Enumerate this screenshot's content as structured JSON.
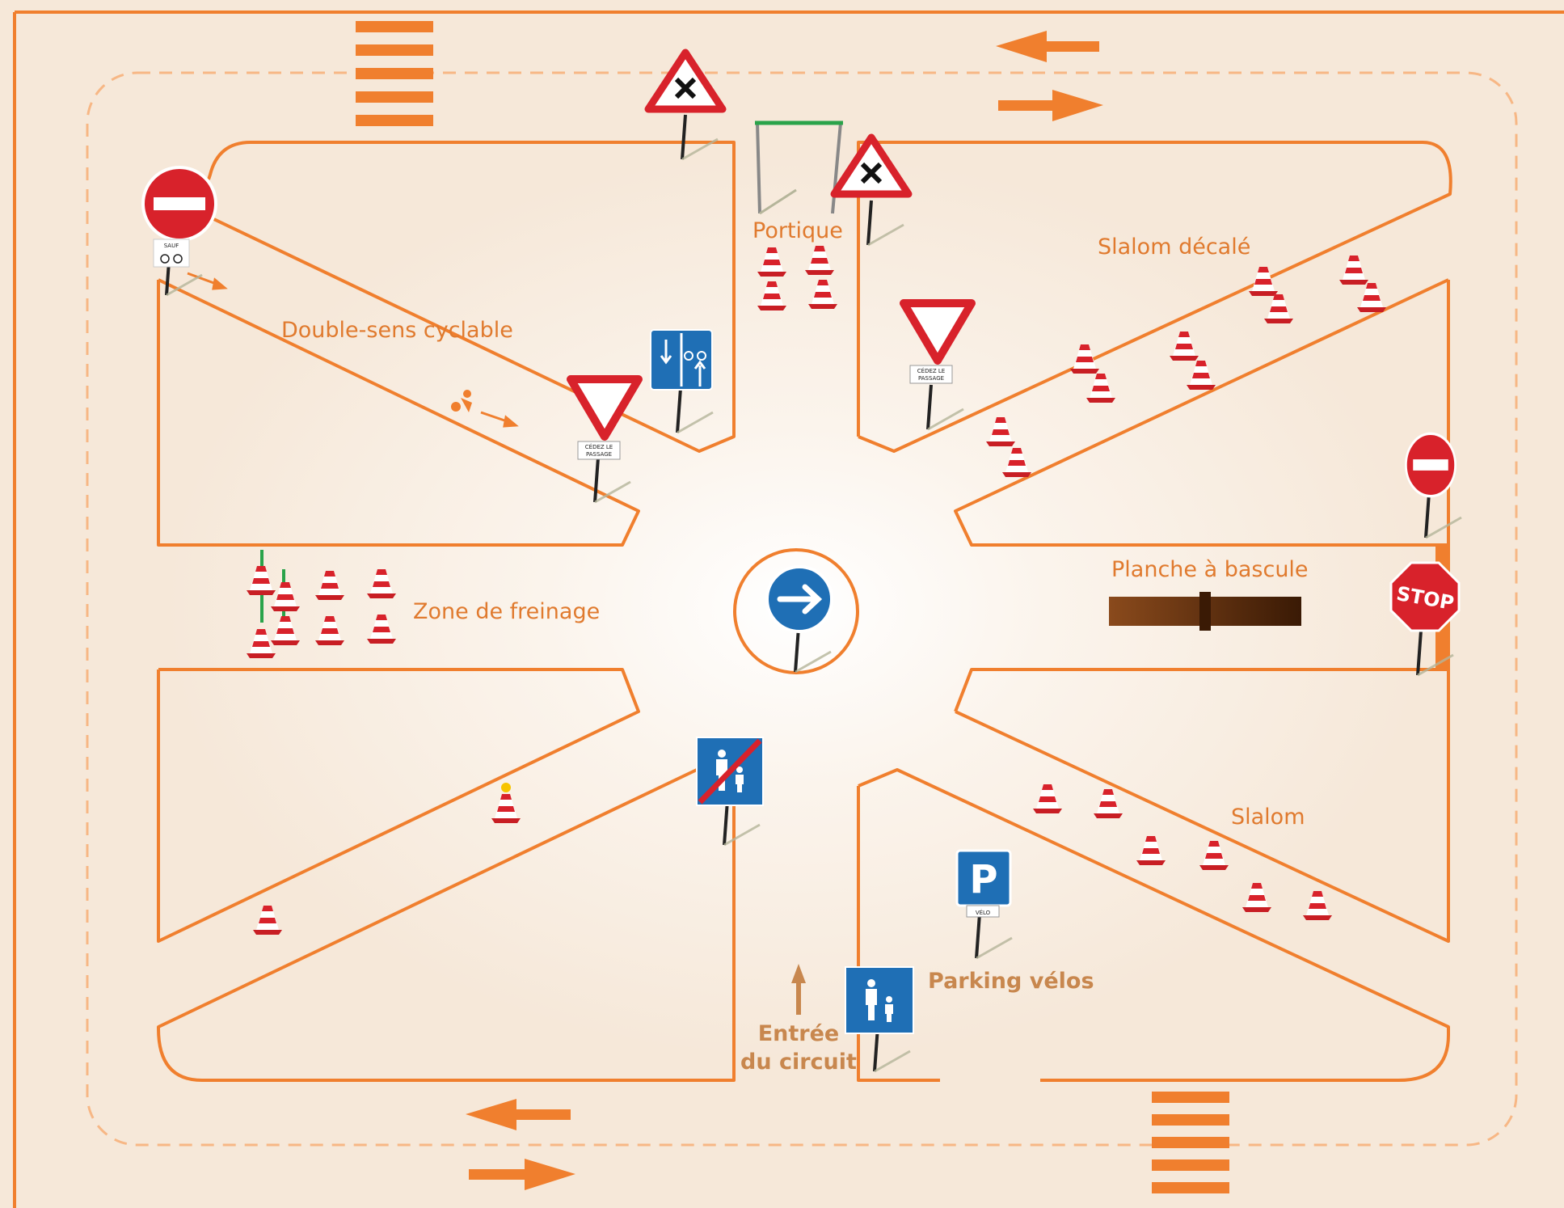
{
  "labels": {
    "double_sens": "Double-sens cyclable",
    "portique": "Portique",
    "slalom_decale": "Slalom décalé",
    "zone_freinage": "Zone de freinage",
    "planche": "Planche à bascule",
    "slalom": "Slalom",
    "parking": "Parking vélos",
    "entree_line1": "Entrée",
    "entree_line2": "du circuit"
  },
  "signs": {
    "cedez_line1": "CÉDEZ LE",
    "cedez_line2": "PASSAGE",
    "sauf": "SAUF",
    "stop": "STOP",
    "parking_letter": "P",
    "velo": "VÉLO"
  },
  "colors": {
    "orange": "#f07f2e",
    "background": "#f6e8d9",
    "sign_red": "#d8222b",
    "sign_blue": "#1f6fb5",
    "plank_brown": "#6b3210"
  },
  "icons": [
    "no-entry-sign-icon",
    "crossroads-warning-sign-icon",
    "yield-sign-icon",
    "bike-lane-sign-icon",
    "mandatory-direction-sign-icon",
    "stop-sign-icon",
    "pedestrian-zone-sign-icon",
    "end-pedestrian-zone-sign-icon",
    "parking-sign-icon",
    "traffic-cone-icon",
    "seesaw-plank-icon",
    "gantry-icon",
    "crosswalk-icon",
    "direction-arrow-icon"
  ]
}
